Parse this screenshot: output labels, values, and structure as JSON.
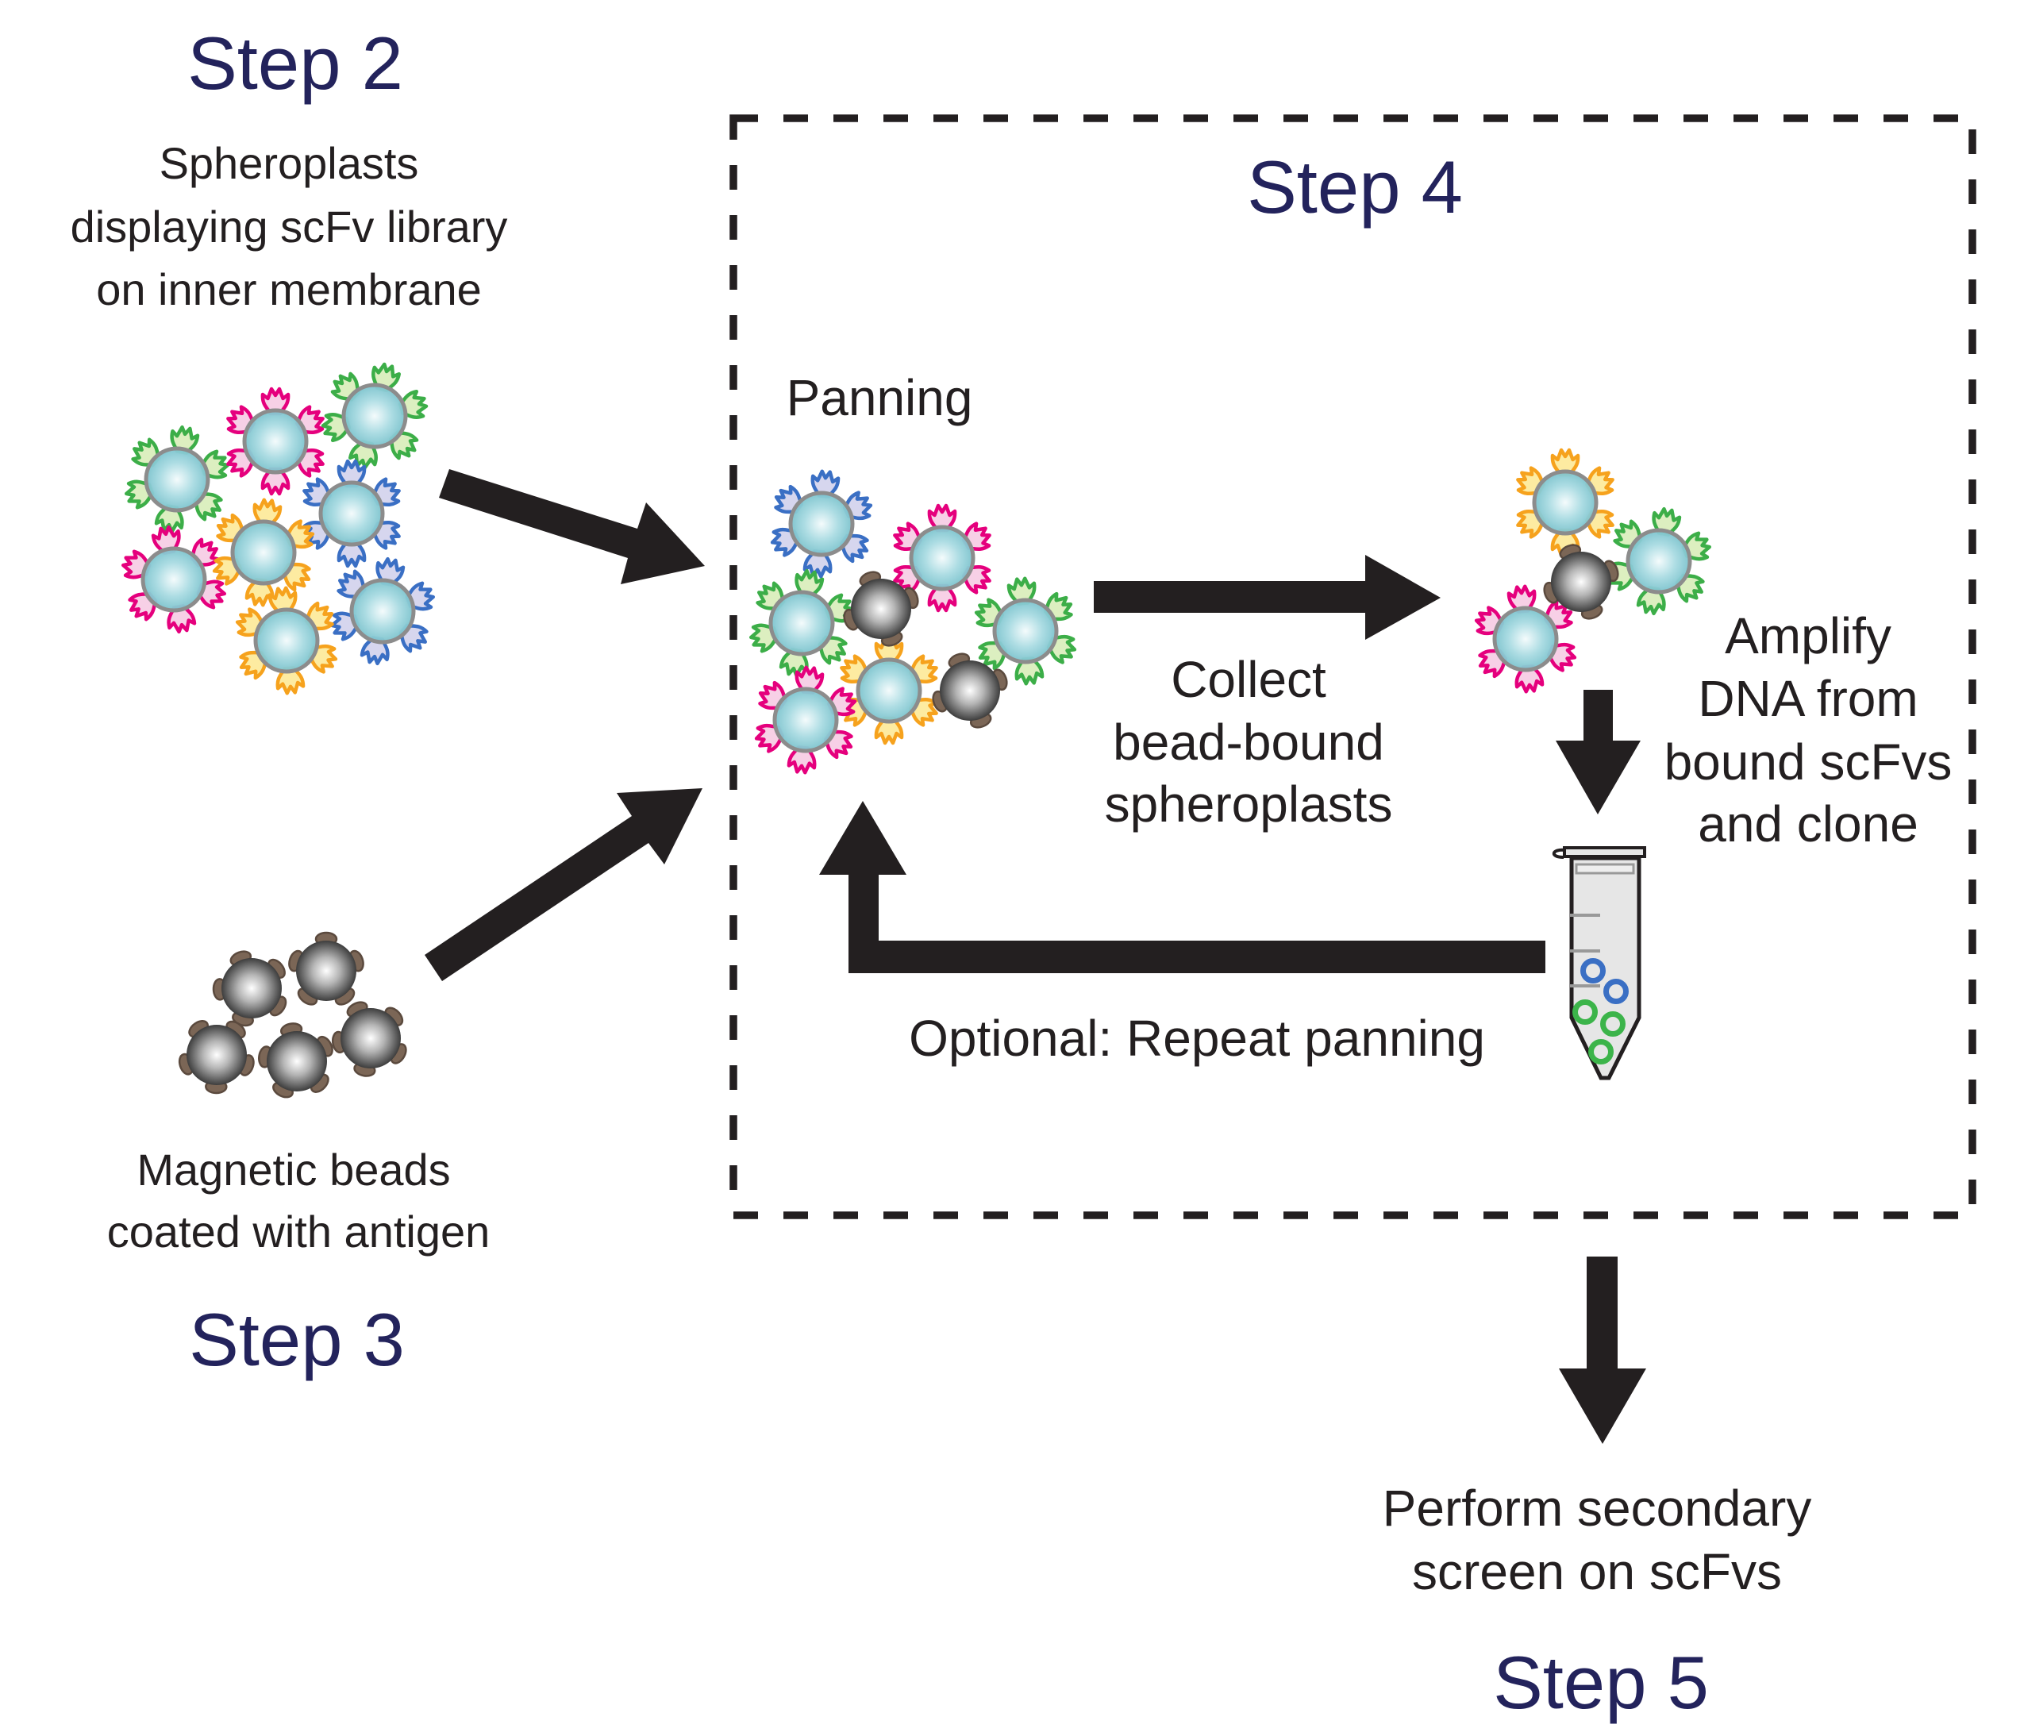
{
  "figure": {
    "steps": {
      "step2": "Step 2",
      "step3": "Step 3",
      "step4": "Step 4",
      "step5": "Step 5"
    },
    "labels": {
      "spheroplasts": [
        "Spheroplasts",
        "displaying scFv library",
        "on inner membrane"
      ],
      "beads": [
        "Magnetic beads",
        "coated with antigen"
      ],
      "panning": "Panning",
      "collect": [
        "Collect",
        "bead-bound",
        "spheroplasts"
      ],
      "amplify": [
        "Amplify",
        "DNA from",
        "bound scFvs",
        "and clone"
      ],
      "repeat": "Optional: Repeat panning",
      "secondary": [
        "Perform secondary",
        "screen on scFvs"
      ]
    },
    "colors": {
      "step_text": "#23235c",
      "text": "#231f20",
      "arrow": "#231f20",
      "sphere_edge": "#8c8c8c",
      "sphere_light": "#eef9fa",
      "sphere_dark": "#7cc3cd",
      "bead_light": "#ffffff",
      "bead_dark": "#3d3d3d",
      "antigen_fill": "#7b6656",
      "antigen_edge": "#5b4a3e",
      "tube_fill": "#e6e6e6",
      "tube_mark": "#999999",
      "scfv": {
        "green": {
          "stroke": "#3cae48",
          "fill": "#dcefc0"
        },
        "magenta": {
          "stroke": "#e5007d",
          "fill": "#f7d0e6"
        },
        "orange": {
          "stroke": "#f6a21d",
          "fill": "#fdeba1"
        },
        "blue": {
          "stroke": "#3a6fc4",
          "fill": "#d6d6ee"
        }
      },
      "plasmid_blue": "#3a6fc4",
      "plasmid_green": "#3cb44a"
    },
    "clusters": {
      "library": [
        "green",
        "magenta",
        "green",
        "blue",
        "magenta",
        "orange",
        "blue",
        "orange"
      ],
      "panning": [
        "blue",
        "magenta",
        "green",
        "bead",
        "green",
        "orange",
        "bead",
        "magenta"
      ],
      "bound": [
        "orange",
        "green",
        "bead",
        "magenta"
      ],
      "beads": [
        "bead",
        "bead",
        "bead",
        "bead",
        "bead"
      ]
    },
    "tube_plasmids": [
      "blue",
      "blue",
      "green",
      "green",
      "green"
    ]
  }
}
